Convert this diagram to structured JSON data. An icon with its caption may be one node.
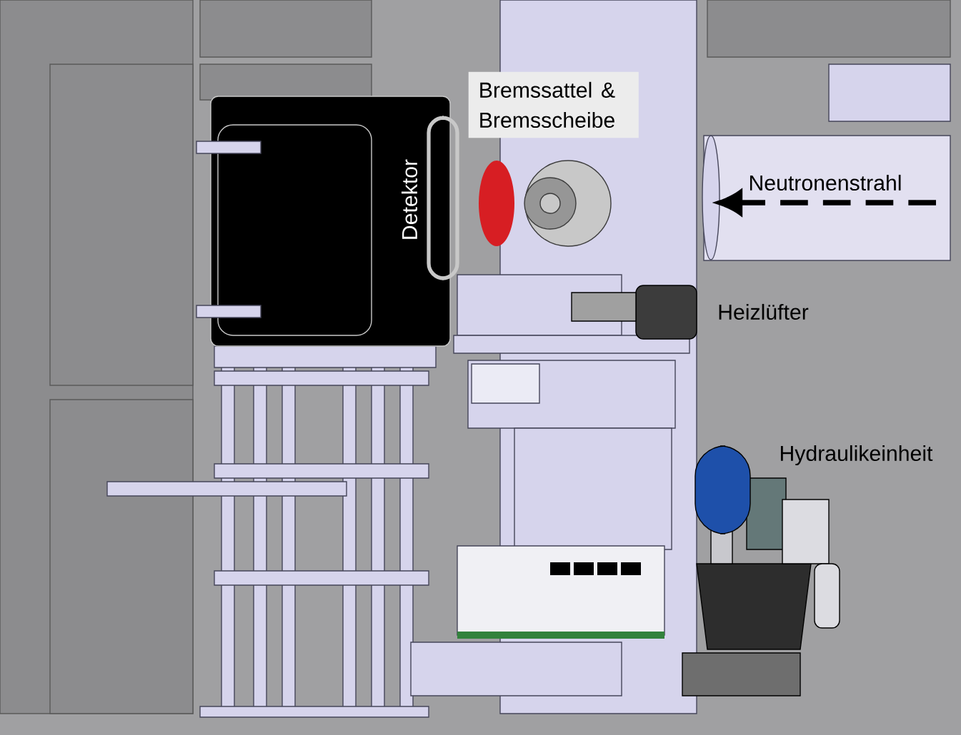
{
  "diagram": {
    "labels": [
      "Bremssattel & Bremsscheibe",
      "Detektor",
      "Neutronenstrahl",
      "Heizlüfter",
      "Hydraulikeinheit"
    ]
  }
}
